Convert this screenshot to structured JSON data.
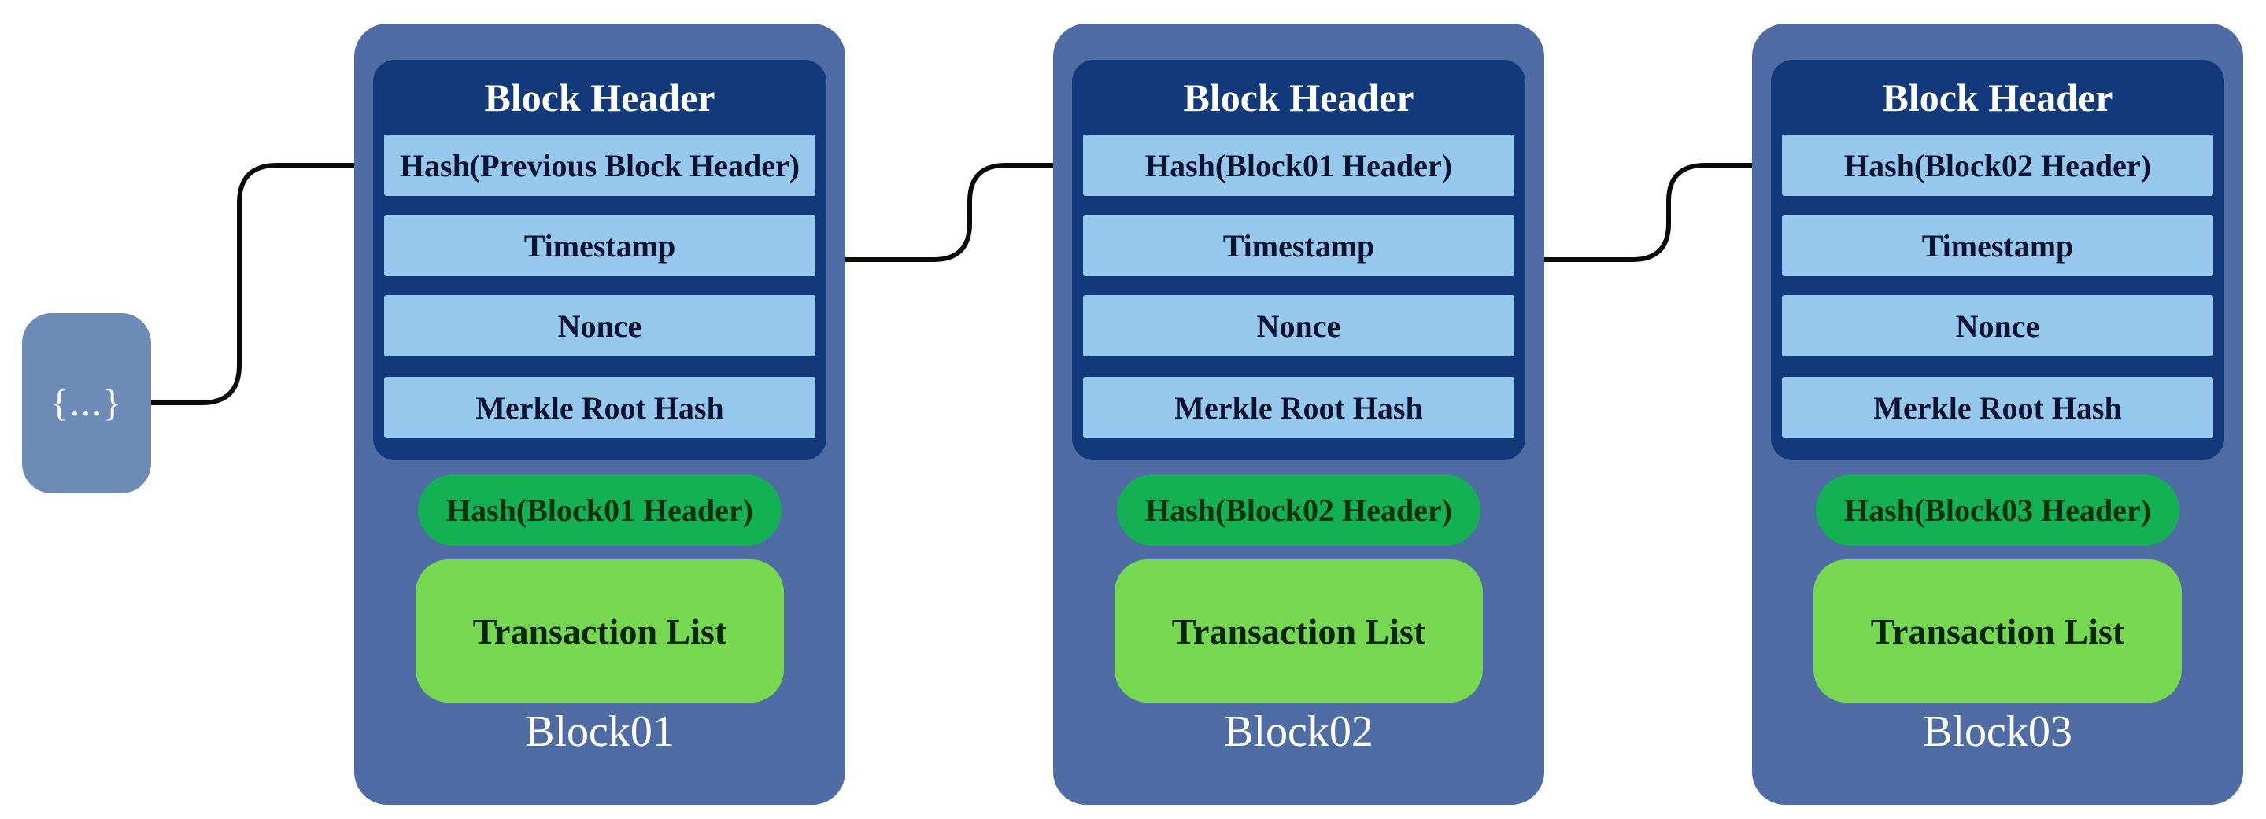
{
  "colors": {
    "background": "#ffffff",
    "block_fill": "#4f6da4",
    "header_panel_fill": "#12397c",
    "field_fill": "#96c8ed",
    "hash_pill_fill": "#13b153",
    "transaction_list_fill": "#76d750",
    "genesis_box_fill": "#6e8ab6",
    "connector_color": "#0a0a0a",
    "field_text_color": "#0a1430",
    "title_text_color": "#ffffff"
  },
  "genesis": {
    "label": "{...}"
  },
  "blocks": [
    {
      "name": "Block01",
      "header_title": "Block Header",
      "fields": [
        "Hash(Previous Block Header)",
        "Timestamp",
        "Nonce",
        "Merkle Root Hash"
      ],
      "hash_pill": "Hash(Block01 Header)",
      "transaction_list": "Transaction List"
    },
    {
      "name": "Block02",
      "header_title": "Block Header",
      "fields": [
        "Hash(Block01 Header)",
        "Timestamp",
        "Nonce",
        "Merkle Root Hash"
      ],
      "hash_pill": "Hash(Block02 Header)",
      "transaction_list": "Transaction List"
    },
    {
      "name": "Block03",
      "header_title": "Block Header",
      "fields": [
        "Hash(Block02 Header)",
        "Timestamp",
        "Nonce",
        "Merkle Root Hash"
      ],
      "hash_pill": "Hash(Block03 Header)",
      "transaction_list": "Transaction List"
    }
  ]
}
